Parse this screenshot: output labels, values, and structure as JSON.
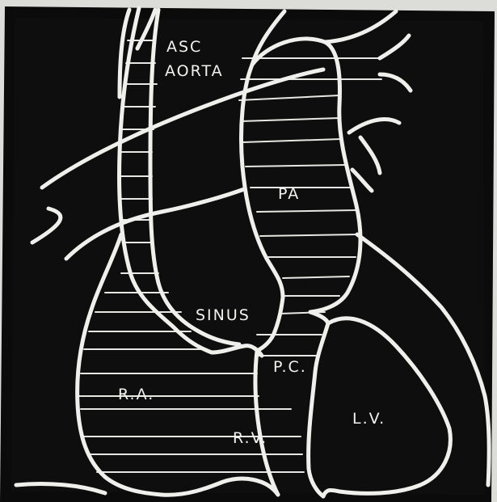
{
  "diagram": {
    "labels": {
      "asc_aorta_line1": "ASC",
      "asc_aorta_line2": "AORTA",
      "pa": "PA",
      "sinus": "SINUS",
      "pc": "P.C.",
      "ra": "R.A.",
      "rv": "R.V.",
      "lv": "L.V."
    }
  },
  "colors": {
    "background": "#0b0b0b",
    "lines": "#efefec",
    "frame": "#dcdcd8"
  }
}
